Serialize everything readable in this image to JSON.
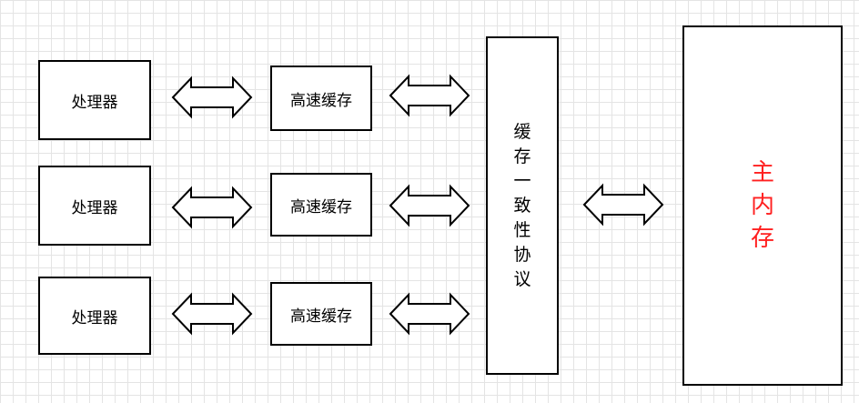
{
  "processors": [
    {
      "label": "处理器"
    },
    {
      "label": "处理器"
    },
    {
      "label": "处理器"
    }
  ],
  "caches": [
    {
      "label": "高速缓存"
    },
    {
      "label": "高速缓存"
    },
    {
      "label": "高速缓存"
    }
  ],
  "protocol": {
    "chars": [
      "缓",
      "存",
      "一",
      "致",
      "性",
      "协",
      "议"
    ]
  },
  "memory": {
    "chars": [
      "主",
      "内",
      "存"
    ],
    "color": "#ff2020"
  },
  "icons": {
    "connector": "double-arrow-icon"
  }
}
